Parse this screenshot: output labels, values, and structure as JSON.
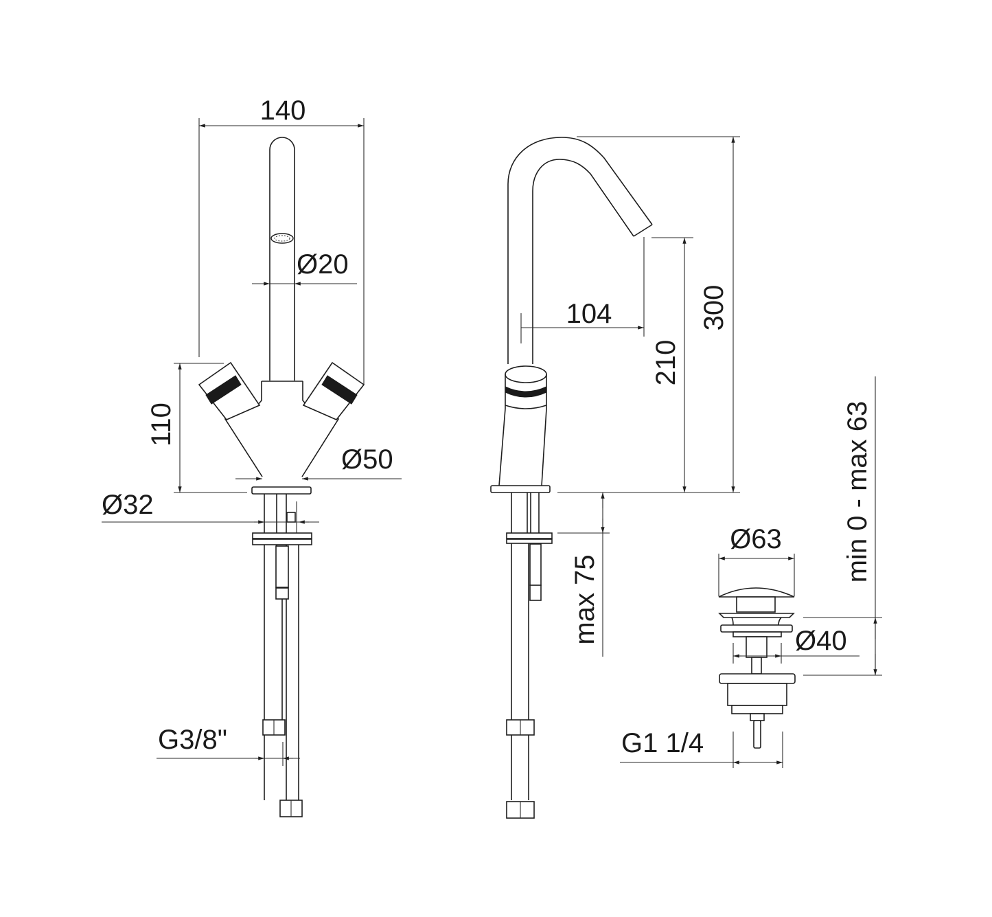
{
  "diagram": {
    "type": "technical-drawing",
    "subject": "two-handle basin mixer with swivel spout and pop-up waste",
    "units": "mm",
    "front_view": {
      "labels": {
        "width": "140",
        "spout_diameter": "Ø20",
        "height_body": "110",
        "base_diameter": "Ø50",
        "shank_diameter": "Ø32",
        "hose_connection": "G3/8\""
      }
    },
    "side_view": {
      "labels": {
        "reach": "104",
        "spout_height": "210",
        "total_height": "300",
        "max_deck_thickness": "max 75"
      }
    },
    "waste_view": {
      "labels": {
        "cap_diameter": "Ø63",
        "flange_diameter": "Ø40",
        "thread": "G1 1/4",
        "adjust_range": "min 0 - max 63"
      }
    },
    "colors": {
      "line": "#1e1e1e",
      "background": "#ffffff"
    }
  }
}
